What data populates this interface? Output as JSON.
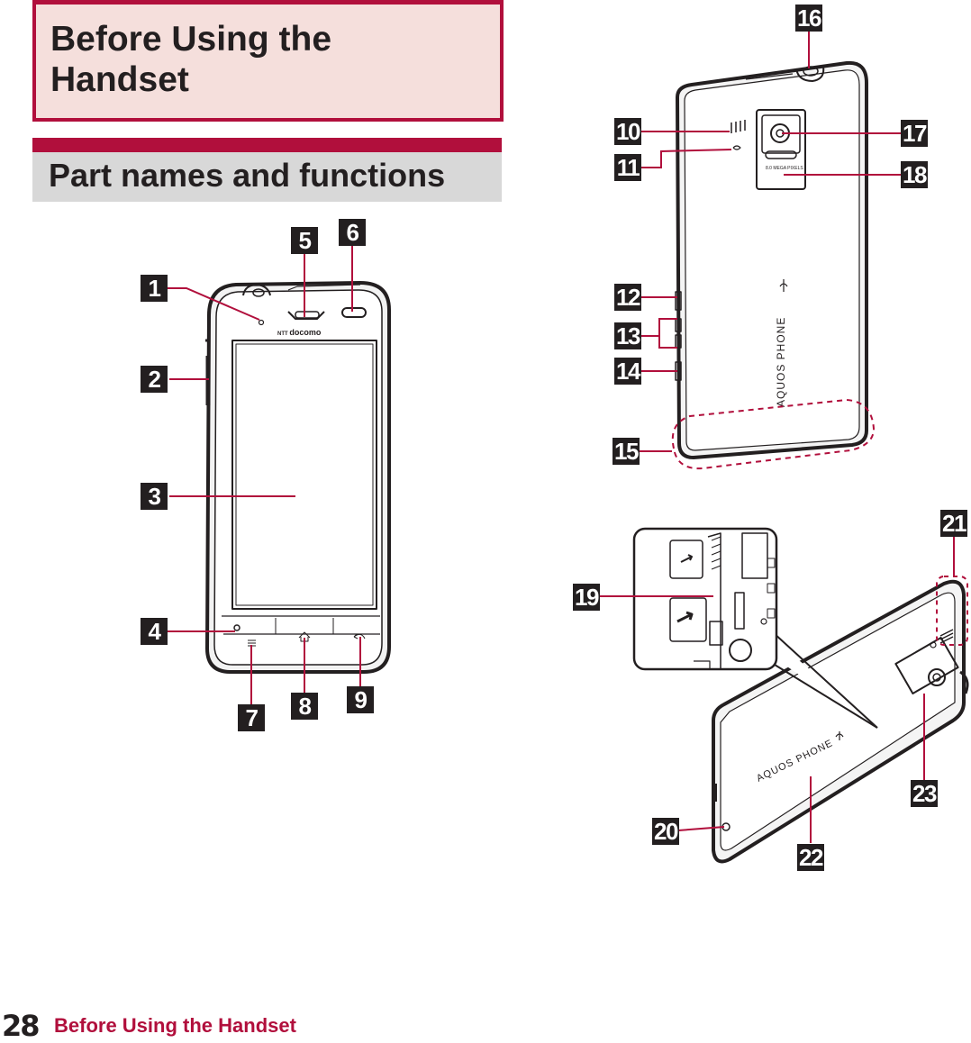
{
  "chapter": {
    "title_line1": "Before Using the",
    "title_line2": "Handset"
  },
  "section": {
    "title": "Part names and functions"
  },
  "figure": {
    "front_brand": "NTT docomo",
    "back_brand": "AQUOS PHONE",
    "camera_label": "8.0 MEGA PIXELS",
    "callouts": [
      "1",
      "2",
      "3",
      "4",
      "5",
      "6",
      "7",
      "8",
      "9",
      "10",
      "11",
      "12",
      "13",
      "14",
      "15",
      "16",
      "17",
      "18",
      "19",
      "20",
      "21",
      "22",
      "23"
    ]
  },
  "footer": {
    "page_number": "28",
    "running_title": "Before Using the Handset"
  },
  "colors": {
    "accent": "#b10f3c",
    "chapter_fill": "#f5dfdc",
    "section_fill": "#d8d8d8",
    "ink": "#231f20"
  }
}
